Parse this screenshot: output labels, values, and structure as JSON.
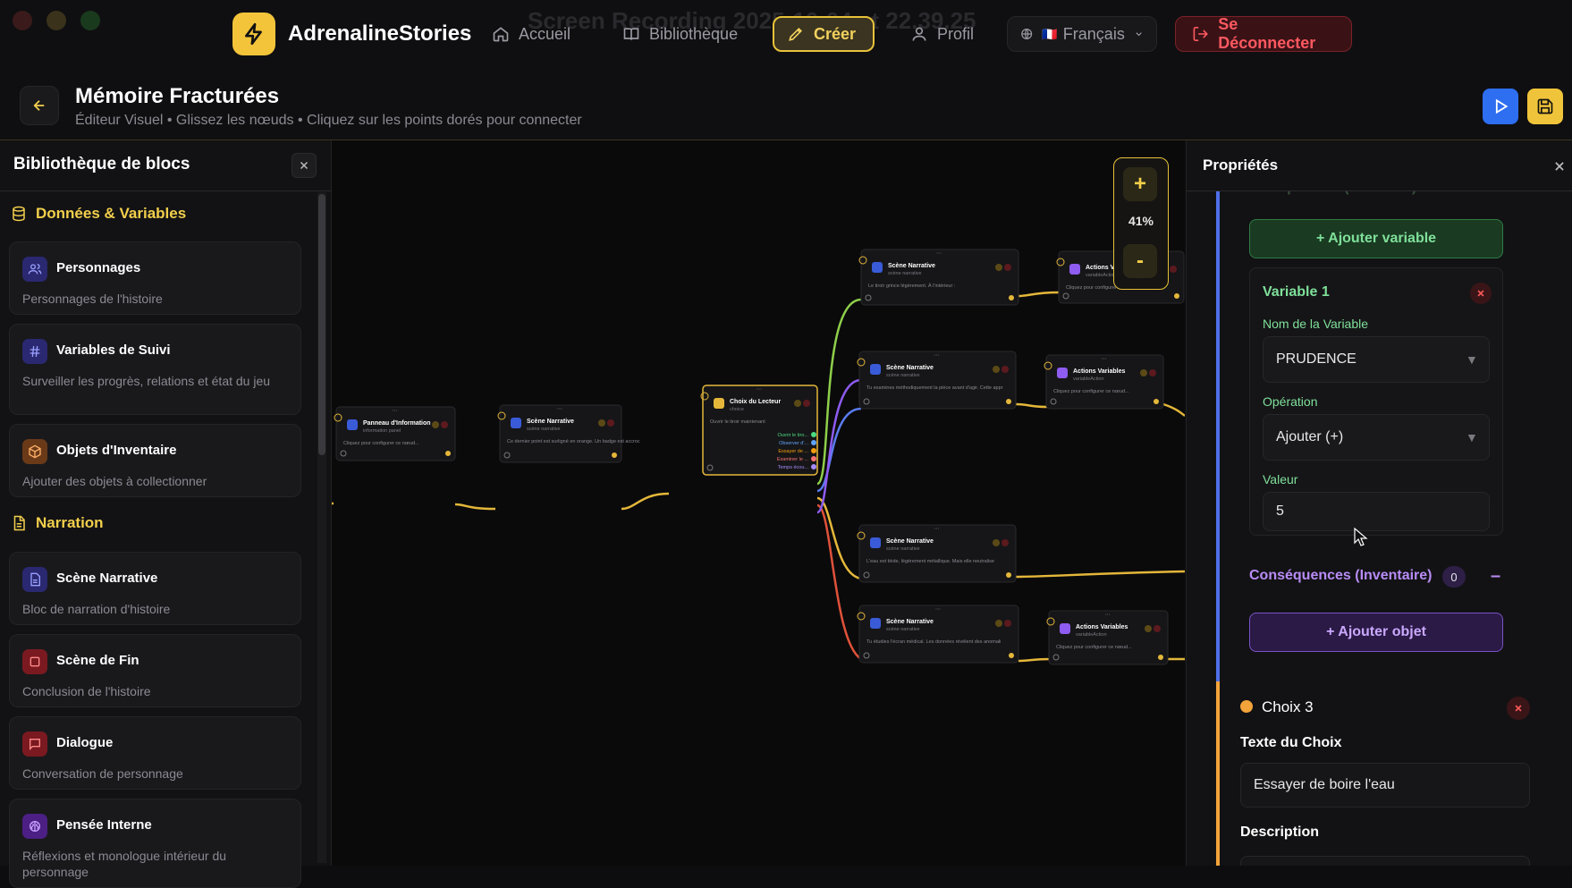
{
  "window": {
    "recording_title": "Screen Recording 2025-10-04 at 22.39.25"
  },
  "nav": {
    "brand": "AdrenalineStories",
    "items": [
      {
        "label": "Accueil",
        "icon": "home-icon"
      },
      {
        "label": "Bibliothèque",
        "icon": "book-icon"
      },
      {
        "label": "Créer",
        "icon": "pen-icon"
      },
      {
        "label": "Profil",
        "icon": "user-icon"
      }
    ],
    "language": "Français",
    "language_flag": "🇫🇷",
    "logout": "Se Déconnecter"
  },
  "editor": {
    "title": "Mémoire Fracturées",
    "subtitle": "Éditeur Visuel • Glissez les nœuds • Cliquez sur les points dorés pour connecter"
  },
  "library": {
    "title": "Bibliothèque de blocs",
    "sections": [
      {
        "label": "Données & Variables",
        "color": "#f2cf4c"
      },
      {
        "label": "Narration",
        "color": "#f2cf4c"
      }
    ],
    "blocks": [
      {
        "name": "Personnages",
        "desc": "Personnages de l'histoire",
        "color": "#3a35a8"
      },
      {
        "name": "Variables de Suivi",
        "desc": "Surveiller les progrès, relations et état du jeu",
        "color": "#3a35a8"
      },
      {
        "name": "Objets d'Inventaire",
        "desc": "Ajouter des objets à collectionner",
        "color": "#b8621e"
      },
      {
        "name": "Scène Narrative",
        "desc": "Bloc de narration d'histoire",
        "color": "#3a35a8"
      },
      {
        "name": "Scène de Fin",
        "desc": "Conclusion de l'histoire",
        "color": "#a8232a"
      },
      {
        "name": "Dialogue",
        "desc": "Conversation de personnage",
        "color": "#a8232a"
      },
      {
        "name": "Pensée Interne",
        "desc": "Réflexions et monologue intérieur du personnage",
        "color": "#6d2fb8"
      }
    ]
  },
  "canvas": {
    "zoom_in": "+",
    "zoom_level": "41%",
    "zoom_out": "-",
    "nodes": [
      {
        "title": "Panneau d'Information",
        "sub": "information panel",
        "text": "Cliquez pour configurer ce nœud..."
      },
      {
        "title": "Scène Narrative",
        "sub": "scène narrative",
        "text": "Ce dernier point est surligné en orange. Un badge est accroché à la machine : \"Dr. James Morrison -"
      },
      {
        "title": "Choix du Lecteur",
        "sub": "choice",
        "text": "Ouvrir le tiroir maintenant"
      },
      {
        "title": "Scène Narrative",
        "sub": "scène narrative",
        "text": "Le tiroir grince légèrement. À l'intérieur :"
      },
      {
        "title": "Actions Variables",
        "sub": "variableAction",
        "text": "Cliquez pour configurer ce nœud..."
      },
      {
        "title": "Scène Narrative",
        "sub": "scène narrative",
        "text": "Tu examines méthodiquement la pièce avant d'agir. Cette approche révèle des détails cachés ..."
      },
      {
        "title": "Actions Variables",
        "sub": "variableAction",
        "text": "Cliquez pour configurer ce nœud..."
      },
      {
        "title": "Scène Narrative",
        "sub": "scène narrative",
        "text": "L'eau est tiède, légèrement métallique. Mais elle neutralise les résidus de sédatifs dans ton système. Tu te sens plus alerte..."
      },
      {
        "title": "Scène Narrative",
        "sub": "scène narrative",
        "text": "Tu étudies l'écran médical. Les données révèlent des anomalies troublantes ..."
      },
      {
        "title": "Actions Variables",
        "sub": "variableAction",
        "text": "Cliquez pour configurer ce nœud..."
      }
    ],
    "choice_options": [
      {
        "label": "Ouvrir le tiro...",
        "color": "#4ade80"
      },
      {
        "label": "Observer d'...",
        "color": "#60a5fa"
      },
      {
        "label": "Essayer de ...",
        "color": "#f59e0b"
      },
      {
        "label": "Examiner le ...",
        "color": "#f87171"
      },
      {
        "label": "Temps écou...",
        "color": "#a78bfa"
      }
    ]
  },
  "properties": {
    "title": "Propriétés",
    "faded_section": "Conséquences (Variables)",
    "add_variable": "+ Ajouter variable",
    "variable": {
      "title": "Variable 1",
      "name_label": "Nom de la Variable",
      "name_value": "PRUDENCE",
      "op_label": "Opération",
      "op_value": "Ajouter (+)",
      "value_label": "Valeur",
      "value": "5"
    },
    "inventory": {
      "title": "Conséquences (Inventaire)",
      "count": "0",
      "collapse": "–"
    },
    "add_object": "+ Ajouter objet",
    "choice": {
      "title": "Choix 3",
      "text_label": "Texte du Choix",
      "text_value": "Essayer de boire l'eau",
      "desc_label": "Description"
    }
  }
}
